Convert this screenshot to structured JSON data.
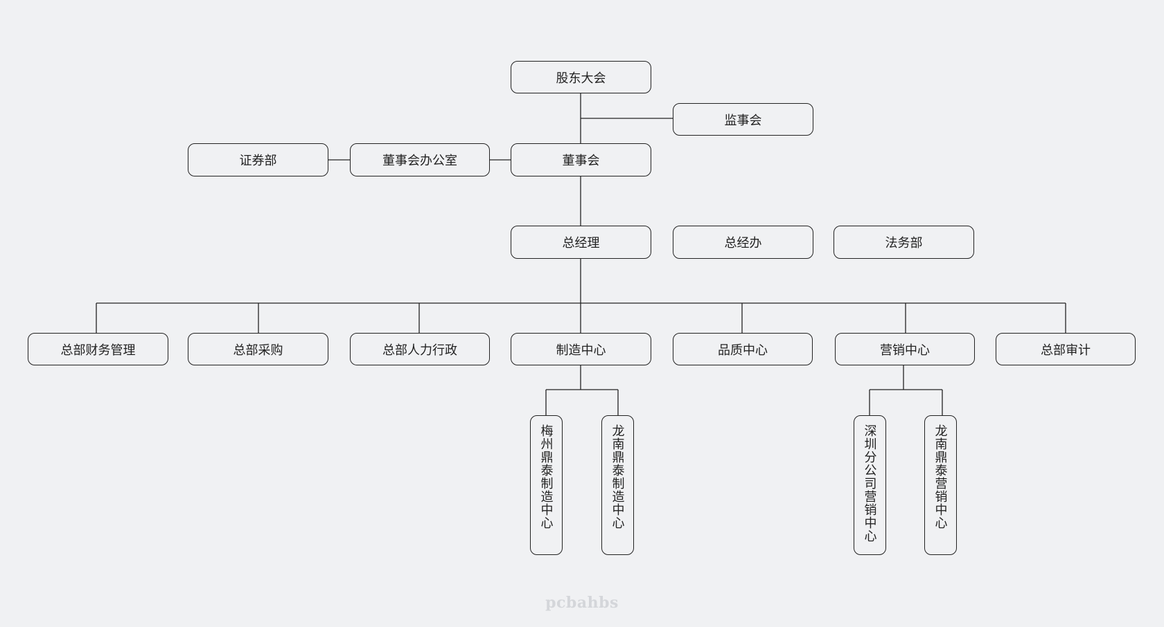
{
  "org_chart": {
    "top": {
      "shareholders": "股东大会",
      "supervisors": "监事会",
      "board": "董事会",
      "board_office": "董事会办公室",
      "securities": "证券部"
    },
    "management": {
      "gm": "总经理",
      "gm_office": "总经办",
      "legal": "法务部"
    },
    "departments": [
      "总部财务管理",
      "总部采购",
      "总部人力行政",
      "制造中心",
      "品质中心",
      "营销中心",
      "总部审计"
    ],
    "manufacturing_units": [
      "梅州鼎泰制造中心",
      "龙南鼎泰制造中心"
    ],
    "marketing_units": [
      "深圳分公司营销中心",
      "龙南鼎泰营销中心"
    ]
  },
  "watermark": "pcbahbs"
}
